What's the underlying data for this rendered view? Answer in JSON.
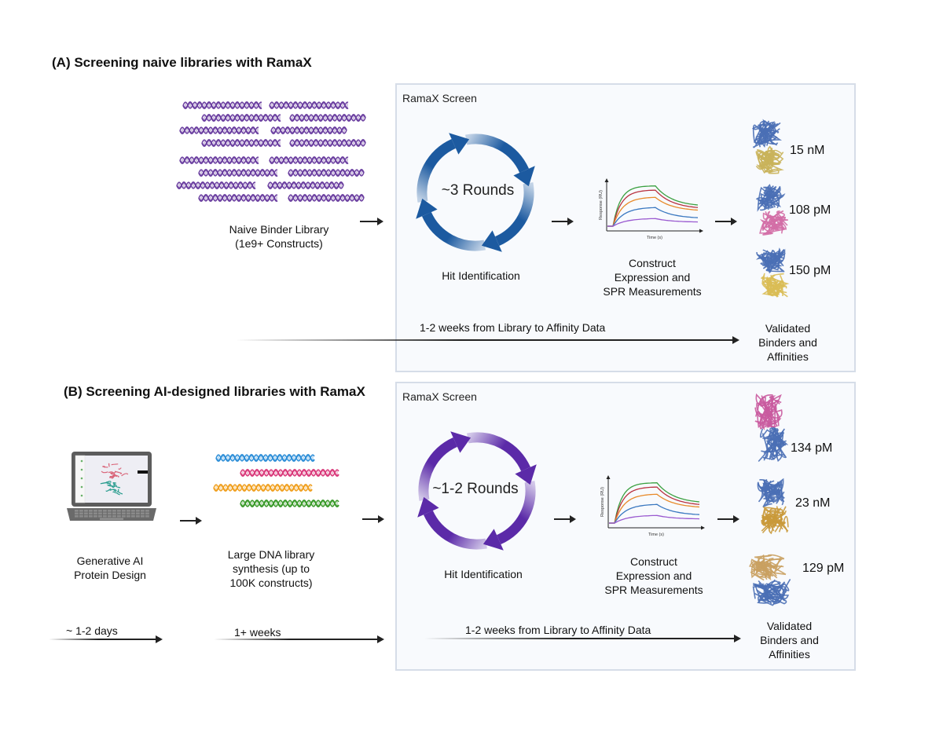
{
  "panel_a": {
    "title": "(A) Screening naive libraries with RamaX",
    "library": {
      "caption_line1": "Naive Binder Library",
      "caption_line2": "(1e9+ Constructs)",
      "dna_color": "#6b3fa0",
      "icon": "dna-helix-icon"
    },
    "screen": {
      "label": "RamaX Screen",
      "cycle_text": "~3 Rounds",
      "cycle_color": "#1c5aa0",
      "hit_caption": "Hit Identification",
      "spr_caption_line1": "Construct",
      "spr_caption_line2": "Expression and",
      "spr_caption_line3": "SPR Measurements",
      "spr_ylabel": "Response (RU)",
      "spr_xlabel": "Time (s)",
      "timeline_label": "1-2 weeks from Library to Affinity Data",
      "binders": [
        {
          "affinity": "15 nM",
          "colors": [
            "#4a6fb5",
            "#c9b35a"
          ]
        },
        {
          "affinity": "108 pM",
          "colors": [
            "#4a6fb5",
            "#d36ea6"
          ]
        },
        {
          "affinity": "150 pM",
          "colors": [
            "#4a6fb5",
            "#d9bd55"
          ]
        }
      ],
      "result_line1": "Validated",
      "result_line2": "Binders and",
      "result_line3": "Affinities"
    }
  },
  "panel_b": {
    "title": "(B) Screening AI-designed libraries with RamaX",
    "design": {
      "caption_line1": "Generative AI",
      "caption_line2": "Protein Design",
      "icon": "laptop-icon",
      "timeline_label": "~ 1-2 days"
    },
    "synthesis": {
      "caption_line1": "Large DNA library",
      "caption_line2": "synthesis (up to",
      "caption_line3": "100K constructs)",
      "dna_colors": [
        "#2f8fd8",
        "#d9397a",
        "#f0a020",
        "#3a9a2a"
      ],
      "timeline_label": "1+ weeks"
    },
    "screen": {
      "label": "RamaX Screen",
      "cycle_text": "~1-2 Rounds",
      "cycle_color": "#5b2aa8",
      "hit_caption": "Hit Identification",
      "spr_caption_line1": "Construct",
      "spr_caption_line2": "Expression and",
      "spr_caption_line3": "SPR Measurements",
      "spr_ylabel": "Response (RU)",
      "spr_xlabel": "Time (s)",
      "timeline_label": "1-2 weeks from Library to Affinity Data",
      "binders": [
        {
          "affinity": "134 pM",
          "colors": [
            "#c95a9e",
            "#4a6fb5"
          ]
        },
        {
          "affinity": "23 nM",
          "colors": [
            "#4a6fb5",
            "#c9993a"
          ]
        },
        {
          "affinity": "129 pM",
          "colors": [
            "#c9a060",
            "#4a6fb5"
          ]
        }
      ],
      "result_line1": "Validated",
      "result_line2": "Binders and",
      "result_line3": "Affinities"
    }
  },
  "spr_curves": {
    "colors": [
      "#3aa040",
      "#b83240",
      "#e88a2a",
      "#3a78c0",
      "#9a5ad0"
    ],
    "plateau_levels": [
      0.95,
      0.85,
      0.68,
      0.44,
      0.18
    ],
    "end_levels": [
      0.5,
      0.44,
      0.38,
      0.2,
      0.1
    ]
  }
}
